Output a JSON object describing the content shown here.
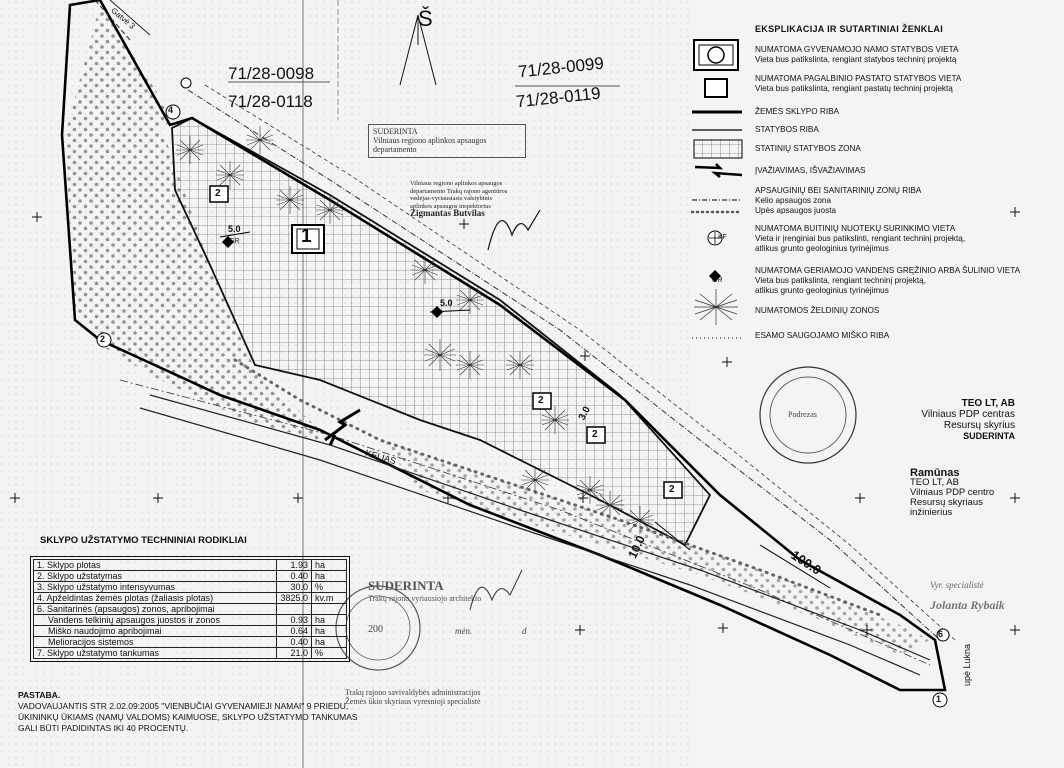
{
  "north": "Š",
  "parcels": {
    "nw1": "71/28-0098",
    "nw2": "71/28-0118",
    "ne1": "71/28-0099",
    "ne2": "71/28-0119"
  },
  "points": [
    "1",
    "2",
    "4",
    "6"
  ],
  "map_labels": {
    "road": "KELIAS",
    "river": "upė Lukna",
    "dim_100": "100.0",
    "dim_10": "10.0",
    "dim_5a": "5.0",
    "dim_5b": "5.0",
    "dim_3": "3.0",
    "bldg_main": "1",
    "bldg_aux": "2",
    "gr": "GR",
    "kf": "KF",
    "street": "Gatvė 3"
  },
  "legend": {
    "title": "EKSPLIKACIJA IR SUTARTINIAI ŽENKLAI",
    "items": [
      {
        "title": "NUMATOMA GYVENAMOJO NAMO STATYBOS VIETA",
        "sub": "Vieta bus patikslinta, rengiant statybos techninį projektą"
      },
      {
        "title": "NUMATOMA PAGALBINIO PASTATO STATYBOS VIETA",
        "sub": "Vieta bus patikslinta, rengiant pastatų techninį projektą"
      },
      {
        "title": "ŽEMĖS SKLYPO RIBA",
        "sub": ""
      },
      {
        "title": "STATYBOS RIBA",
        "sub": ""
      },
      {
        "title": "STATINIŲ STATYBOS ZONA",
        "sub": ""
      },
      {
        "title": "ĮVAŽIAVIMAS, IŠVAŽIAVIMAS",
        "sub": ""
      },
      {
        "title": "APSAUGINIŲ BEI SANITARINIŲ ZONŲ RIBA",
        "sub": "Kelio apsaugos zona",
        "sub2": "Upės apsaugos juosta"
      },
      {
        "title": "NUMATOMA BUITINIŲ NUOTEKŲ SURINKIMO VIETA",
        "sub": "Vieta ir įrenginiai bus patikslinti, rengiant techninį projektą,",
        "sub2": "atlikus grunto geologinius tyrinėjimus"
      },
      {
        "title": "NUMATOMA GERIAMOJO VANDENS GRĘŽINIO ARBA ŠULINIO VIETA",
        "sub": "Vieta bus patikslinta, rengiant techninį projektą,",
        "sub2": "atlikus grunto geologinius tyrinėjimus"
      },
      {
        "title": "NUMATOMOS ŽELDINIŲ ZONOS",
        "sub": ""
      },
      {
        "title": "ESAMO SAUGOJAMO MIŠKO RIBA",
        "sub": ""
      }
    ]
  },
  "stamps": {
    "suderinta1_title": "SUDERINTA",
    "suderinta1_l1": "Vilniaus regiono aplinkos apsaugos",
    "suderinta1_l2": "departamento",
    "sign1_l1": "Vilniaus regiono aplinkos apsaugos",
    "sign1_l2": "departamento Trakų rajono agentūros",
    "sign1_l3": "vedėjas-vyriausiasis valstybinis",
    "sign1_l4": "aplinkos apsaugos inspektorius",
    "sign1_name": "Zigmantas Butvilas",
    "teo1": "TEO LT, AB",
    "teo2": "Vilniaus PDP centras",
    "teo3": "Resursų skyrius",
    "teo4": "SUDERINTA",
    "ramunas": "Ramūnas",
    "teo5": "TEO LT, AB",
    "teo6": "Vilniaus PDP centro",
    "teo7": "Resursų skyriaus inžinierius",
    "suderinta2": "SUDERINTA",
    "suderinta2_l": "Trakų rajono vyriausiojo architekto",
    "year": "200",
    "men": "mėn.",
    "d": "d",
    "trakai_l1": "Trakų rajono savivaldybės administracijos",
    "trakai_l2": "Žemės ūkio skyriaus vyresnioji specialistė",
    "signature_right": "Jolanta Rybaik",
    "signature_right_top": "Vyr. specialistė",
    "podpis": "Podrezas"
  },
  "indicators": {
    "title": "SKLYPO UŽSTATYMO TECHNINIAI RODIKLIAI",
    "rows": [
      {
        "label": "1. Sklypo plotas",
        "value": "1.93",
        "unit": "ha"
      },
      {
        "label": "2. Sklypo užstatymas",
        "value": "0.40",
        "unit": "ha"
      },
      {
        "label": "3. Sklypo užstatymo intensyvumas",
        "value": "30.0",
        "unit": "%"
      },
      {
        "label": "4. Apželdintas žemės plotas (žaliasis plotas)",
        "value": "3825.0",
        "unit": "kv.m"
      },
      {
        "label": "6. Sanitarinės (apsaugos) zonos, apribojimai",
        "value": "",
        "unit": ""
      },
      {
        "label": "Vandens telkinių apsaugos juostos ir zonos",
        "value": "0.93",
        "unit": "ha"
      },
      {
        "label": "Miško naudojimo apribojimai",
        "value": "0.64",
        "unit": "ha"
      },
      {
        "label": "Melioracijos sistemos",
        "value": "0.40",
        "unit": "ha"
      },
      {
        "label": "7. Sklypo užstatymo tankumas",
        "value": "21.0",
        "unit": "%"
      }
    ]
  },
  "note": {
    "title": "PASTABA.",
    "l1": "VADOVAUJANTIS STR 2.02.09:2005 \"VIENBUČIAI GYVENAMIEJI NAMAI\" 9 PRIEDU,",
    "l2": "ŪKININKŲ ŪKIAMS (NAMŲ VALDOMS) KAIMUOSE, SKLYPO UŽSTATYMO TANKUMAS",
    "l3": "GALI BŪTI PADIDINTAS IKI 40 PROCENTŲ."
  }
}
